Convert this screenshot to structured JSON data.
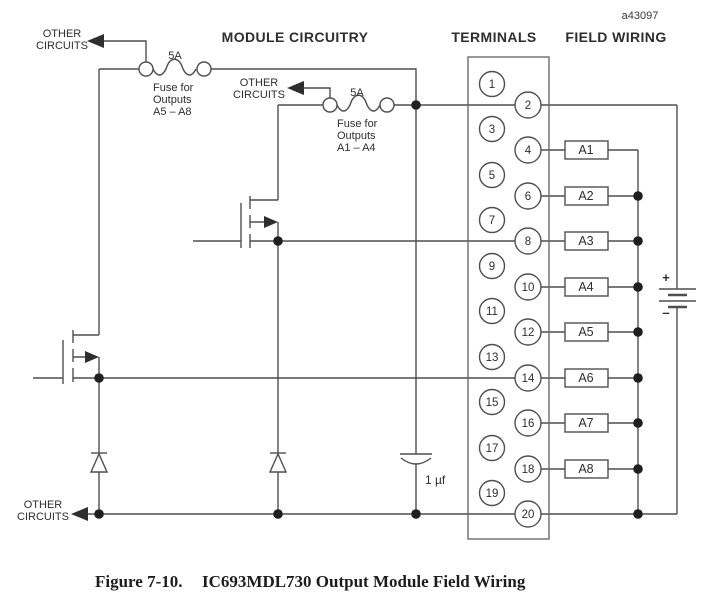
{
  "figure_code": "a43097",
  "headers": {
    "module_circuitry": "MODULE CIRCUITRY",
    "terminals": "TERMINALS",
    "field_wiring": "FIELD WIRING"
  },
  "other_circuits": {
    "line1": "OTHER",
    "line2": "CIRCUITS"
  },
  "fuse_a5_a8": {
    "rating": "5A",
    "line1": "Fuse for",
    "line2": "Outputs",
    "line3": "A5 – A8"
  },
  "fuse_a1_a4": {
    "rating": "5A",
    "line1": "Fuse for",
    "line2": "Outputs",
    "line3": "A1 – A4"
  },
  "capacitor_label": "1 µf",
  "battery": {
    "plus": "+",
    "minus": "–"
  },
  "terminals": {
    "numbers": [
      "1",
      "2",
      "3",
      "4",
      "5",
      "6",
      "7",
      "8",
      "9",
      "10",
      "11",
      "12",
      "13",
      "14",
      "15",
      "16",
      "17",
      "18",
      "19",
      "20"
    ]
  },
  "loads": [
    "A1",
    "A2",
    "A3",
    "A4",
    "A5",
    "A6",
    "A7",
    "A8"
  ],
  "caption": {
    "prefix": "Figure 7-10.",
    "title": "IC693MDL730 Output Module Field Wiring"
  },
  "colors": {
    "line": "#4f4f4f",
    "text": "#2e2e2e",
    "background": "#ffffff"
  }
}
